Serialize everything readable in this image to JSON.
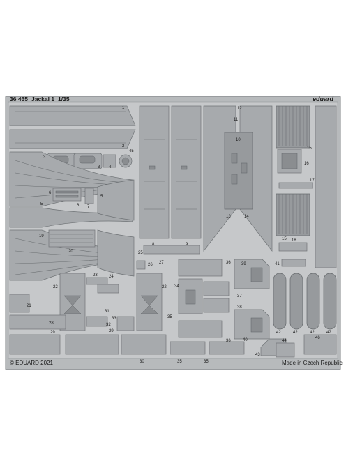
{
  "sheet": {
    "code": "36 465",
    "name": "Jackal 1",
    "scale": "1/35",
    "brand": "eduard",
    "copyright": "© EDUARD 2021",
    "origin": "Made in Czech Republic",
    "colors": {
      "fret": "#a7aaad",
      "outline": "#6f7376",
      "background": "#ffffff"
    }
  },
  "part_numbers": [
    "1",
    "2",
    "3",
    "3",
    "4",
    "5",
    "5",
    "6",
    "6",
    "7",
    "8",
    "9",
    "10",
    "11",
    "12",
    "13",
    "14",
    "15",
    "15",
    "16",
    "17",
    "18",
    "19",
    "20",
    "21",
    "22",
    "22",
    "23",
    "24",
    "25",
    "26",
    "27",
    "28",
    "29",
    "29",
    "30",
    "31",
    "32",
    "33",
    "34",
    "35",
    "35",
    "35",
    "36",
    "36",
    "37",
    "38",
    "39",
    "40",
    "41",
    "42",
    "42",
    "42",
    "42",
    "43",
    "44",
    "45",
    "46"
  ]
}
